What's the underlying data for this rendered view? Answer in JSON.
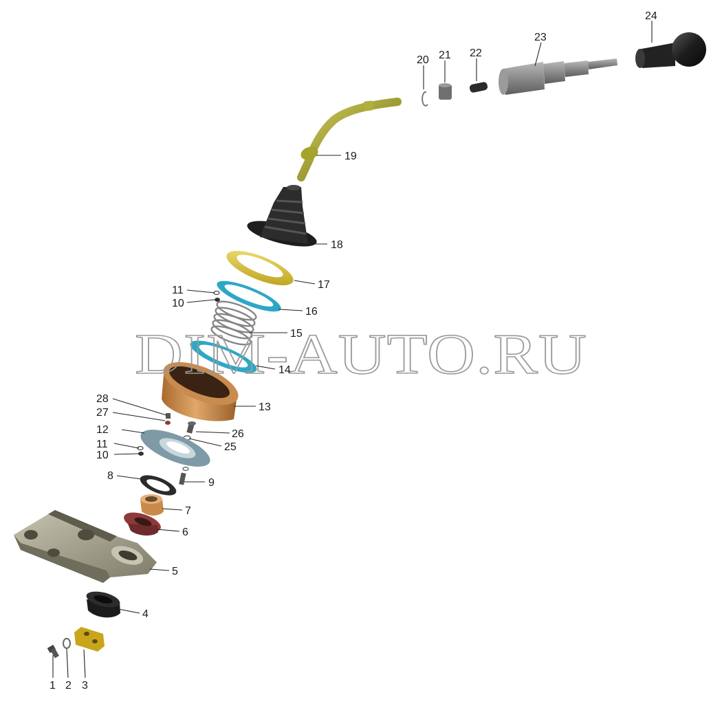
{
  "watermark": "DIM-AUTO.RU",
  "labels": {
    "p1": "1",
    "p2": "2",
    "p3": "3",
    "p4": "4",
    "p5": "5",
    "p6": "6",
    "p7": "7",
    "p8": "8",
    "p9": "9",
    "p10a": "10",
    "p10b": "10",
    "p11a": "11",
    "p11b": "11",
    "p12": "12",
    "p13": "13",
    "p14": "14",
    "p15": "15",
    "p16": "16",
    "p17": "17",
    "p18": "18",
    "p19": "19",
    "p20": "20",
    "p21": "21",
    "p22": "22",
    "p23": "23",
    "p24": "24",
    "p25": "25",
    "p26": "26",
    "p27": "27",
    "p28": "28"
  },
  "colors": {
    "bolt": "#4a4a4a",
    "washer": "#6a6a6a",
    "clamp": "#c9a51c",
    "grommet": "#1e1e1e",
    "housing": "#8f8d7a",
    "red_bushing": "#8e3a3a",
    "bronze": "#c98a4a",
    "gasket": "#2b2b2b",
    "plate": "#7d9aa6",
    "cup": "#b8773a",
    "spring": "#8a8a8a",
    "blue_gasket": "#2ea7c7",
    "yellow_frame": "#d8c22e",
    "boot": "#2a2a2a",
    "lever": "#9c9a22",
    "ring": "#888888",
    "bush": "#6f6f6f",
    "pin": "#262626",
    "rod": "#8c8c8c",
    "knob": "#1a1a1a"
  }
}
